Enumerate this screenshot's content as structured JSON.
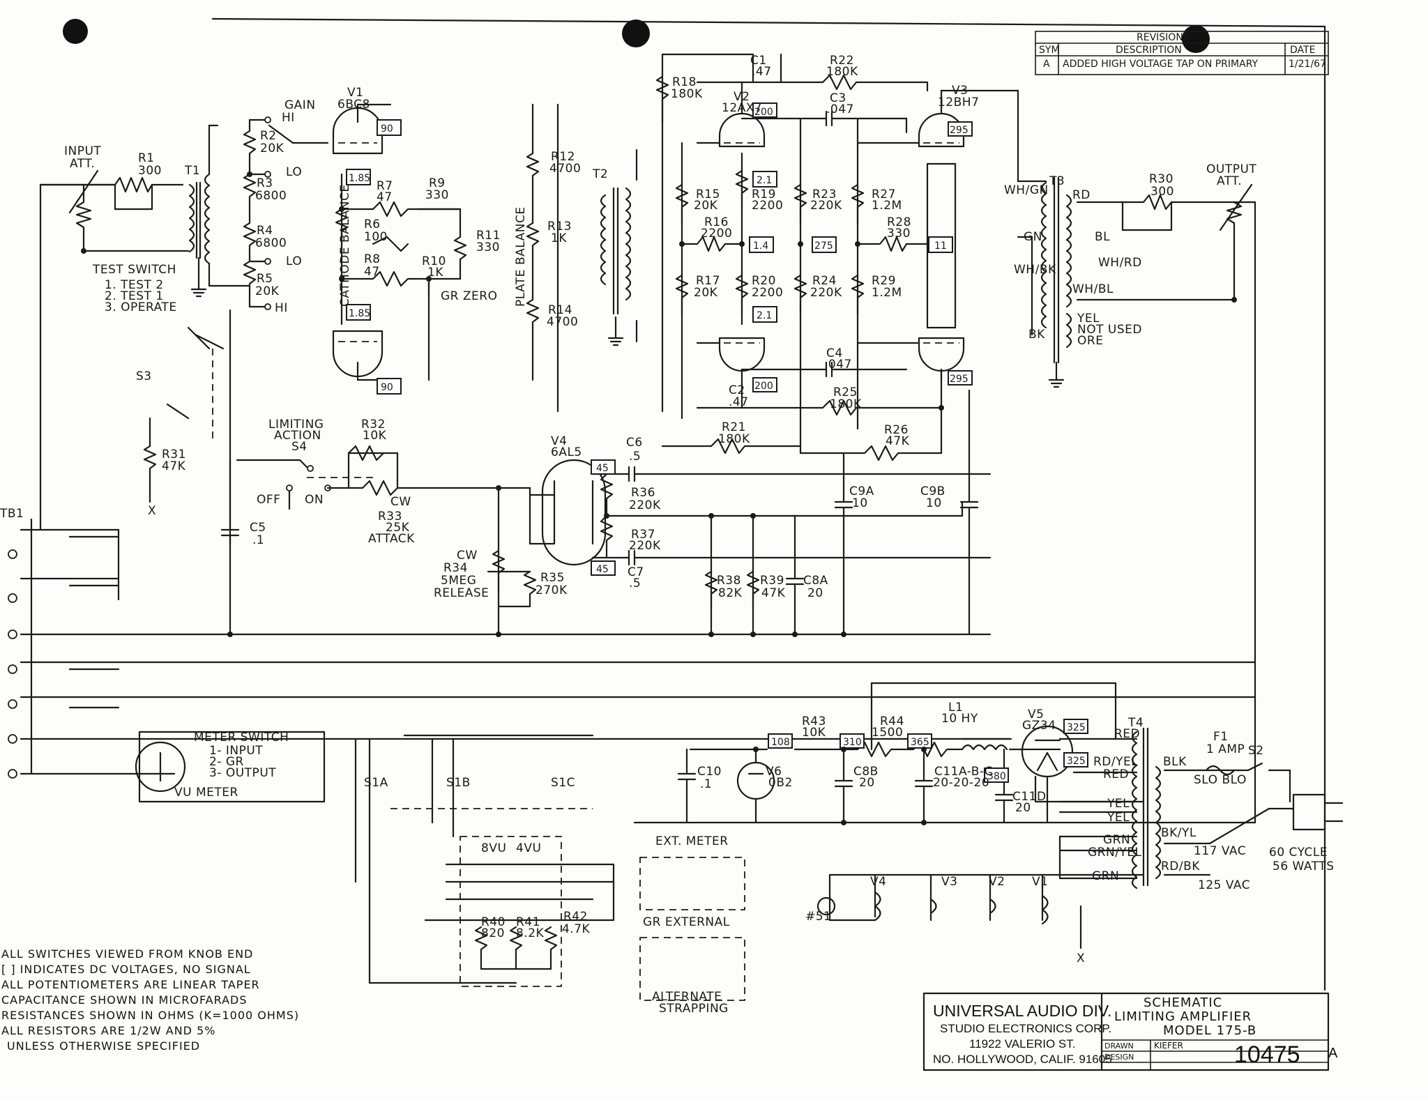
{
  "revisions": {
    "title": "REVISIONS",
    "col_sym": "SYM",
    "col_description": "DESCRIPTION",
    "col_date": "DATE",
    "rows": [
      {
        "sym": "A",
        "description": "ADDED HIGH VOLTAGE TAP ON PRIMARY",
        "date": "1/21/67"
      }
    ]
  },
  "title_block": {
    "company": "UNIVERSAL AUDIO DIV.",
    "division": "STUDIO ELECTRONICS CORP.",
    "street": "11922 VALERIO ST.",
    "city": "NO. HOLLYWOOD, CALIF. 91605",
    "title": "SCHEMATIC",
    "subtitle": "LIMITING AMPLIFIER",
    "model": "MODEL 175-B",
    "drawn_label": "DRAWN",
    "drawn_value": "KIEFER",
    "design_label": "DESIGN",
    "drawing_number": "10475",
    "revision_marker": "A"
  },
  "notes": [
    "ALL SWITCHES VIEWED FROM KNOB END",
    "[ ] INDICATES DC VOLTAGES, NO SIGNAL",
    "ALL POTENTIOMETERS ARE LINEAR TAPER",
    "CAPACITANCE SHOWN IN MICROFARADS",
    "RESISTANCES SHOWN IN OHMS (K=1000 OHMS)",
    "ALL RESISTORS ARE 1/2W AND 5%",
    "UNLESS OTHERWISE SPECIFIED"
  ],
  "labels": [
    {
      "id": "input-att",
      "text": "INPUT"
    },
    {
      "id": "input-att2",
      "text": "ATT."
    },
    {
      "id": "r1",
      "text": "R1"
    },
    {
      "id": "r1v",
      "text": "300"
    },
    {
      "id": "t1",
      "text": "T1"
    },
    {
      "id": "gain",
      "text": "GAIN"
    },
    {
      "id": "hi",
      "text": "HI"
    },
    {
      "id": "lo",
      "text": "LO"
    },
    {
      "id": "lo2",
      "text": "LO"
    },
    {
      "id": "hi2",
      "text": "HI"
    },
    {
      "id": "r2",
      "text": "R2"
    },
    {
      "id": "r2v",
      "text": "20K"
    },
    {
      "id": "r3",
      "text": "R3"
    },
    {
      "id": "r3v",
      "text": "6800"
    },
    {
      "id": "r4",
      "text": "R4"
    },
    {
      "id": "r4v",
      "text": "6800"
    },
    {
      "id": "r5",
      "text": "R5"
    },
    {
      "id": "r5v",
      "text": "20K"
    },
    {
      "id": "test-switch",
      "text": "TEST SWITCH"
    },
    {
      "id": "test1",
      "text": "1. TEST 2"
    },
    {
      "id": "test2",
      "text": "2. TEST 1"
    },
    {
      "id": "test3",
      "text": "3. OPERATE"
    },
    {
      "id": "s3",
      "text": "S3"
    },
    {
      "id": "r31",
      "text": "R31"
    },
    {
      "id": "r31v",
      "text": "47K"
    },
    {
      "id": "v1",
      "text": "V1"
    },
    {
      "id": "v1t",
      "text": "6BC8"
    },
    {
      "id": "cath",
      "text": "CATHODE BALANCE"
    },
    {
      "id": "r6",
      "text": "R6"
    },
    {
      "id": "r6v",
      "text": "100"
    },
    {
      "id": "r7",
      "text": "R7"
    },
    {
      "id": "r7v",
      "text": "47"
    },
    {
      "id": "r8",
      "text": "R8"
    },
    {
      "id": "r8v",
      "text": "47"
    },
    {
      "id": "r9",
      "text": "R9"
    },
    {
      "id": "r9v",
      "text": "330"
    },
    {
      "id": "r10",
      "text": "R10"
    },
    {
      "id": "r10v",
      "text": "1K"
    },
    {
      "id": "r11",
      "text": "R11"
    },
    {
      "id": "r11v",
      "text": "330"
    },
    {
      "id": "grzero",
      "text": "GR ZERO"
    },
    {
      "id": "plate",
      "text": "PLATE BALANCE"
    },
    {
      "id": "r12",
      "text": "R12"
    },
    {
      "id": "r12v",
      "text": "4700"
    },
    {
      "id": "r13",
      "text": "R13"
    },
    {
      "id": "r13v",
      "text": "1K"
    },
    {
      "id": "r14",
      "text": "R14"
    },
    {
      "id": "r14v",
      "text": "4700"
    },
    {
      "id": "t2",
      "text": "T2"
    },
    {
      "id": "v2",
      "text": "V2"
    },
    {
      "id": "v2t",
      "text": "12AX7"
    },
    {
      "id": "r18",
      "text": "R18"
    },
    {
      "id": "r18v",
      "text": "180K"
    },
    {
      "id": "c1",
      "text": "C1"
    },
    {
      "id": "c1v",
      "text": ".47"
    },
    {
      "id": "r22",
      "text": "R22"
    },
    {
      "id": "r22v",
      "text": "180K"
    },
    {
      "id": "c3",
      "text": "C3"
    },
    {
      "id": "c3v",
      "text": ".047"
    },
    {
      "id": "v3",
      "text": "V3"
    },
    {
      "id": "v3t",
      "text": "12BH7"
    },
    {
      "id": "r15",
      "text": "R15"
    },
    {
      "id": "r15v",
      "text": "20K"
    },
    {
      "id": "r19",
      "text": "R19"
    },
    {
      "id": "r19v",
      "text": "2200"
    },
    {
      "id": "r23",
      "text": "R23"
    },
    {
      "id": "r23v",
      "text": "220K"
    },
    {
      "id": "r27",
      "text": "R27"
    },
    {
      "id": "r27v",
      "text": "1.2M"
    },
    {
      "id": "r16",
      "text": "R16"
    },
    {
      "id": "r16v",
      "text": "2200"
    },
    {
      "id": "r28",
      "text": "R28"
    },
    {
      "id": "r28v",
      "text": "330"
    },
    {
      "id": "r17",
      "text": "R17"
    },
    {
      "id": "r17v",
      "text": "20K"
    },
    {
      "id": "r20",
      "text": "R20"
    },
    {
      "id": "r20v",
      "text": "2200"
    },
    {
      "id": "r24",
      "text": "R24"
    },
    {
      "id": "r24v",
      "text": "220K"
    },
    {
      "id": "r29",
      "text": "R29"
    },
    {
      "id": "r29v",
      "text": "1.2M"
    },
    {
      "id": "c4",
      "text": "C4"
    },
    {
      "id": "c4v",
      "text": ".047"
    },
    {
      "id": "c2",
      "text": "C2"
    },
    {
      "id": "c2v",
      "text": ".47"
    },
    {
      "id": "r25",
      "text": "R25"
    },
    {
      "id": "r25v",
      "text": "180K"
    },
    {
      "id": "r21",
      "text": "R21"
    },
    {
      "id": "r21v",
      "text": "180K"
    },
    {
      "id": "r26",
      "text": "R26"
    },
    {
      "id": "r26v",
      "text": "47K"
    },
    {
      "id": "t3",
      "text": "T3"
    },
    {
      "id": "r30",
      "text": "R30"
    },
    {
      "id": "r30v",
      "text": "300"
    },
    {
      "id": "outatt",
      "text": "OUTPUT"
    },
    {
      "id": "outatt2",
      "text": "ATT."
    },
    {
      "id": "whgn",
      "text": "WH/GN"
    },
    {
      "id": "rd",
      "text": "RD"
    },
    {
      "id": "gn",
      "text": "GN"
    },
    {
      "id": "bl3",
      "text": "BL"
    },
    {
      "id": "whrd",
      "text": "WH/RD"
    },
    {
      "id": "whbk",
      "text": "WH/BK"
    },
    {
      "id": "whbl",
      "text": "WH/BL"
    },
    {
      "id": "yel",
      "text": "YEL"
    },
    {
      "id": "notused",
      "text": "NOT USED"
    },
    {
      "id": "ore",
      "text": "ORE"
    },
    {
      "id": "bk",
      "text": "BK"
    },
    {
      "id": "limact",
      "text": "LIMITING"
    },
    {
      "id": "limact2",
      "text": "ACTION"
    },
    {
      "id": "s4",
      "text": "S4"
    },
    {
      "id": "off",
      "text": "OFF"
    },
    {
      "id": "on",
      "text": "ON"
    },
    {
      "id": "r32",
      "text": "R32"
    },
    {
      "id": "r32v",
      "text": "10K"
    },
    {
      "id": "cw",
      "text": "CW"
    },
    {
      "id": "r33",
      "text": "R33"
    },
    {
      "id": "r33v",
      "text": "25K"
    },
    {
      "id": "attack",
      "text": "ATTACK"
    },
    {
      "id": "c5",
      "text": "C5"
    },
    {
      "id": "c5v",
      "text": ".1"
    },
    {
      "id": "v4",
      "text": "V4"
    },
    {
      "id": "v4t",
      "text": "6AL5"
    },
    {
      "id": "c6",
      "text": "C6"
    },
    {
      "id": "c6v",
      "text": ".5"
    },
    {
      "id": "r36",
      "text": "R36"
    },
    {
      "id": "r36v",
      "text": "220K"
    },
    {
      "id": "r37",
      "text": "R37"
    },
    {
      "id": "r37v",
      "text": "220K"
    },
    {
      "id": "c7",
      "text": "C7"
    },
    {
      "id": "c7v",
      "text": ".5"
    },
    {
      "id": "cw2",
      "text": "CW"
    },
    {
      "id": "r34",
      "text": "R34"
    },
    {
      "id": "r34v",
      "text": "5MEG"
    },
    {
      "id": "release",
      "text": "RELEASE"
    },
    {
      "id": "r35",
      "text": "R35"
    },
    {
      "id": "r35v",
      "text": "270K"
    },
    {
      "id": "r38",
      "text": "R38"
    },
    {
      "id": "r38v",
      "text": "82K"
    },
    {
      "id": "r39",
      "text": "R39"
    },
    {
      "id": "r39v",
      "text": "47K"
    },
    {
      "id": "c8a",
      "text": "C8A"
    },
    {
      "id": "c8av",
      "text": "20"
    },
    {
      "id": "c9a",
      "text": "C9A"
    },
    {
      "id": "c9av",
      "text": "10"
    },
    {
      "id": "c9b",
      "text": "C9B"
    },
    {
      "id": "c9bv",
      "text": "10"
    },
    {
      "id": "tb1",
      "text": "TB1"
    },
    {
      "id": "metersw",
      "text": "METER SWITCH"
    },
    {
      "id": "m1",
      "text": "1- INPUT"
    },
    {
      "id": "m2",
      "text": "2- GR"
    },
    {
      "id": "m3",
      "text": "3- OUTPUT"
    },
    {
      "id": "vumeter",
      "text": "VU METER"
    },
    {
      "id": "s1a",
      "text": "S1A"
    },
    {
      "id": "s1b",
      "text": "S1B"
    },
    {
      "id": "s1c",
      "text": "S1C"
    },
    {
      "id": "8vu",
      "text": "8VU"
    },
    {
      "id": "4vu",
      "text": "4VU"
    },
    {
      "id": "r40",
      "text": "R40"
    },
    {
      "id": "r40v",
      "text": "820"
    },
    {
      "id": "r41",
      "text": "R41"
    },
    {
      "id": "r41v",
      "text": "8.2K"
    },
    {
      "id": "r42",
      "text": "R42"
    },
    {
      "id": "r42v",
      "text": "4.7K"
    },
    {
      "id": "extmeter",
      "text": "EXT. METER"
    },
    {
      "id": "grext",
      "text": "GR EXTERNAL"
    },
    {
      "id": "altstrap",
      "text": "ALTERNATE"
    },
    {
      "id": "altstrap2",
      "text": "STRAPPING"
    },
    {
      "id": "c10",
      "text": "C10"
    },
    {
      "id": "c10v",
      "text": ".1"
    },
    {
      "id": "v6",
      "text": "V6"
    },
    {
      "id": "v6t",
      "text": "0B2"
    },
    {
      "id": "r43",
      "text": "R43"
    },
    {
      "id": "r43v",
      "text": "10K"
    },
    {
      "id": "r44",
      "text": "R44"
    },
    {
      "id": "r44v",
      "text": "1500"
    },
    {
      "id": "l1",
      "text": "L1"
    },
    {
      "id": "l1v",
      "text": "10 HY"
    },
    {
      "id": "c8b",
      "text": "C8B"
    },
    {
      "id": "c8bv",
      "text": "20"
    },
    {
      "id": "c11",
      "text": "C11A-B-C"
    },
    {
      "id": "c11v",
      "text": "20-20-20"
    },
    {
      "id": "c11d",
      "text": "C11D"
    },
    {
      "id": "c11dv",
      "text": "20"
    },
    {
      "id": "v5",
      "text": "V5"
    },
    {
      "id": "v5t",
      "text": "GZ34"
    },
    {
      "id": "t4",
      "text": "T4"
    },
    {
      "id": "red",
      "text": "RED"
    },
    {
      "id": "rdyel",
      "text": "RD/YEL"
    },
    {
      "id": "red2",
      "text": "RED"
    },
    {
      "id": "yel2",
      "text": "YEL"
    },
    {
      "id": "yel3",
      "text": "YEL"
    },
    {
      "id": "grn",
      "text": "GRN"
    },
    {
      "id": "grnyel",
      "text": "GRN/YEL"
    },
    {
      "id": "grn2",
      "text": "GRN"
    },
    {
      "id": "f1",
      "text": "F1"
    },
    {
      "id": "f1v",
      "text": "1 AMP"
    },
    {
      "id": "slo",
      "text": "SLO BLO"
    },
    {
      "id": "s2",
      "text": "S2"
    },
    {
      "id": "blk",
      "text": "BLK"
    },
    {
      "id": "bkyl",
      "text": "BK/YL"
    },
    {
      "id": "rdbk",
      "text": "RD/BK"
    },
    {
      "id": "117",
      "text": "117 VAC"
    },
    {
      "id": "125",
      "text": "125 VAC"
    },
    {
      "id": "60c",
      "text": "60 CYCLE"
    },
    {
      "id": "56w",
      "text": "56 WATTS"
    },
    {
      "id": "pl1",
      "text": "#51"
    },
    {
      "id": "hv4",
      "text": "V4"
    },
    {
      "id": "hv3",
      "text": "V3"
    },
    {
      "id": "hv2",
      "text": "V2"
    },
    {
      "id": "hv1",
      "text": "V1"
    },
    {
      "id": "x1",
      "text": "X"
    },
    {
      "id": "x2",
      "text": "X"
    },
    {
      "id": "dc90a",
      "text": "90"
    },
    {
      "id": "dc185a",
      "text": "1.85"
    },
    {
      "id": "dc185b",
      "text": "1.85"
    },
    {
      "id": "dc90b",
      "text": "90"
    },
    {
      "id": "dc200a",
      "text": "200"
    },
    {
      "id": "dc21a",
      "text": "2.1"
    },
    {
      "id": "dc14",
      "text": "1.4"
    },
    {
      "id": "dc275",
      "text": "275"
    },
    {
      "id": "dc11",
      "text": "11"
    },
    {
      "id": "dc21b",
      "text": "2.1"
    },
    {
      "id": "dc200b",
      "text": "200"
    },
    {
      "id": "dc295a",
      "text": "295"
    },
    {
      "id": "dc295b",
      "text": "295"
    },
    {
      "id": "dc45a",
      "text": "45"
    },
    {
      "id": "dc45b",
      "text": "45"
    },
    {
      "id": "dc108",
      "text": "108"
    },
    {
      "id": "dc310",
      "text": "310"
    },
    {
      "id": "dc365",
      "text": "365"
    },
    {
      "id": "dc380",
      "text": "380"
    },
    {
      "id": "dc325a",
      "text": "325"
    },
    {
      "id": "dc325b",
      "text": "325"
    }
  ]
}
